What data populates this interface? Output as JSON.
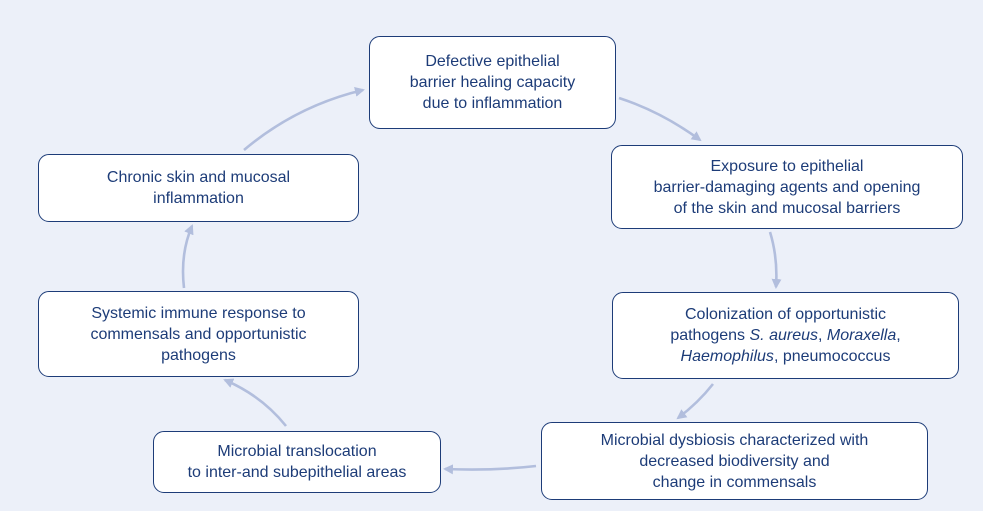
{
  "diagram": {
    "colors": {
      "background": "#ecf0f9",
      "box_fill": "#ffffff",
      "box_border": "#1d3c78",
      "text": "#1d3c78",
      "arrow": "#b2bedd"
    },
    "nodes": [
      {
        "id": "defective-barrier",
        "lines": [
          [
            {
              "text": "Defective epithelial"
            }
          ],
          [
            {
              "text": "barrier healing capacity"
            }
          ],
          [
            {
              "text": "due to inflammation"
            }
          ]
        ]
      },
      {
        "id": "exposure",
        "lines": [
          [
            {
              "text": "Exposure to epithelial"
            }
          ],
          [
            {
              "text": "barrier-damaging agents and opening"
            }
          ],
          [
            {
              "text": "of the skin and mucosal barriers"
            }
          ]
        ]
      },
      {
        "id": "colonization",
        "lines": [
          [
            {
              "text": "Colonization of opportunistic"
            }
          ],
          [
            {
              "text": "pathogens "
            },
            {
              "text": "S. aureus",
              "italic": true
            },
            {
              "text": ", "
            },
            {
              "text": "Moraxella",
              "italic": true
            },
            {
              "text": ","
            }
          ],
          [
            {
              "text": "Haemophilus",
              "italic": true
            },
            {
              "text": ", pneumococcus"
            }
          ]
        ]
      },
      {
        "id": "dysbiosis",
        "lines": [
          [
            {
              "text": "Microbial dysbiosis characterized with"
            }
          ],
          [
            {
              "text": "decreased biodiversity and"
            }
          ],
          [
            {
              "text": "change in commensals"
            }
          ]
        ]
      },
      {
        "id": "translocation",
        "lines": [
          [
            {
              "text": "Microbial translocation"
            }
          ],
          [
            {
              "text": "to inter-and subepithelial areas"
            }
          ]
        ]
      },
      {
        "id": "systemic-response",
        "lines": [
          [
            {
              "text": "Systemic immune response to"
            }
          ],
          [
            {
              "text": "commensals and opportunistic"
            }
          ],
          [
            {
              "text": "pathogens"
            }
          ]
        ]
      },
      {
        "id": "chronic-inflammation",
        "lines": [
          [
            {
              "text": "Chronic skin and mucosal"
            }
          ],
          [
            {
              "text": "inflammation"
            }
          ]
        ]
      }
    ],
    "arrows": [
      {
        "from": "defective-barrier",
        "to": "exposure"
      },
      {
        "from": "exposure",
        "to": "colonization"
      },
      {
        "from": "colonization",
        "to": "dysbiosis"
      },
      {
        "from": "dysbiosis",
        "to": "translocation"
      },
      {
        "from": "translocation",
        "to": "systemic-response"
      },
      {
        "from": "systemic-response",
        "to": "chronic-inflammation"
      },
      {
        "from": "chronic-inflammation",
        "to": "defective-barrier"
      }
    ]
  }
}
